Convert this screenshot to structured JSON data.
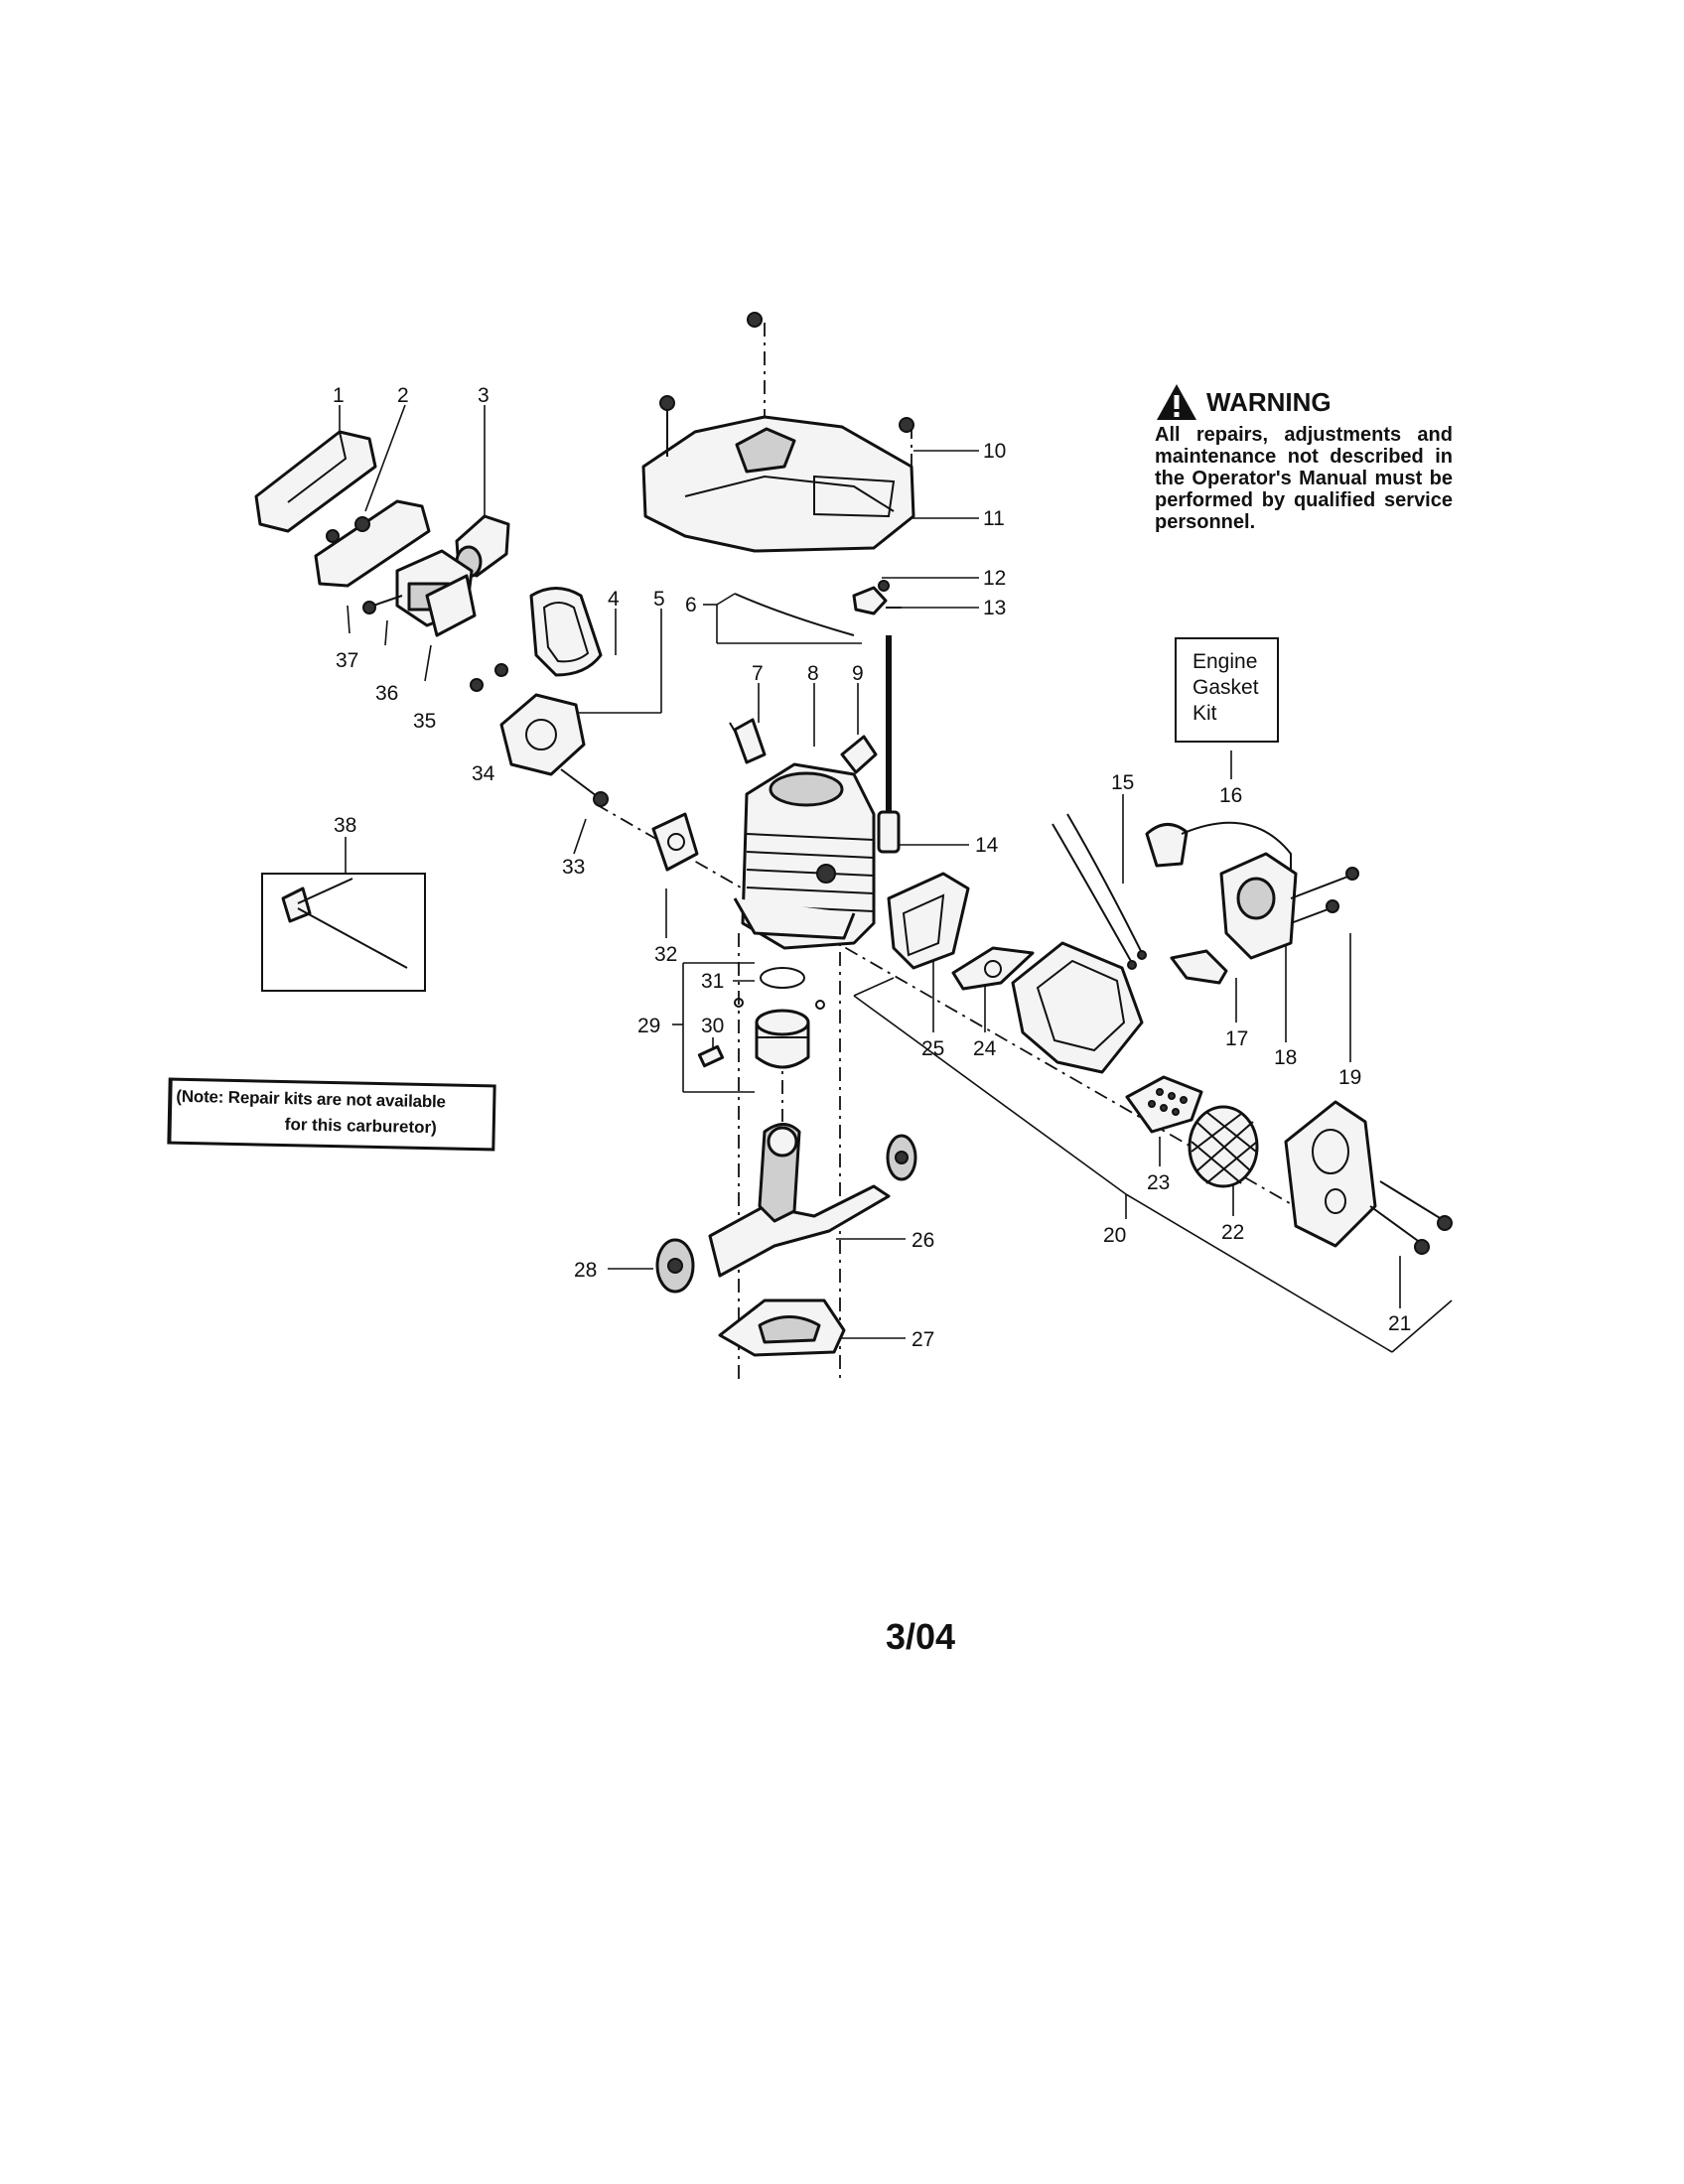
{
  "warning": {
    "icon": "warning-triangle-icon",
    "title": "WARNING",
    "text": "All repairs, adjustments and maintenance not described in the Operator's Manual must be performed by qualified service personnel."
  },
  "gasket_kit": {
    "lines": [
      "Engine",
      "Gasket",
      "Kit"
    ],
    "callout": "16"
  },
  "note": {
    "line1": "(Note: Repair kits are not available",
    "line2": "for this carburetor)"
  },
  "footer": {
    "date": "3/04"
  },
  "callouts": [
    "1",
    "2",
    "3",
    "4",
    "5",
    "6",
    "7",
    "8",
    "9",
    "10",
    "11",
    "12",
    "13",
    "14",
    "15",
    "16",
    "17",
    "18",
    "19",
    "20",
    "21",
    "22",
    "23",
    "24",
    "25",
    "26",
    "27",
    "28",
    "29",
    "30",
    "31",
    "32",
    "33",
    "34",
    "35",
    "36",
    "37",
    "38"
  ]
}
